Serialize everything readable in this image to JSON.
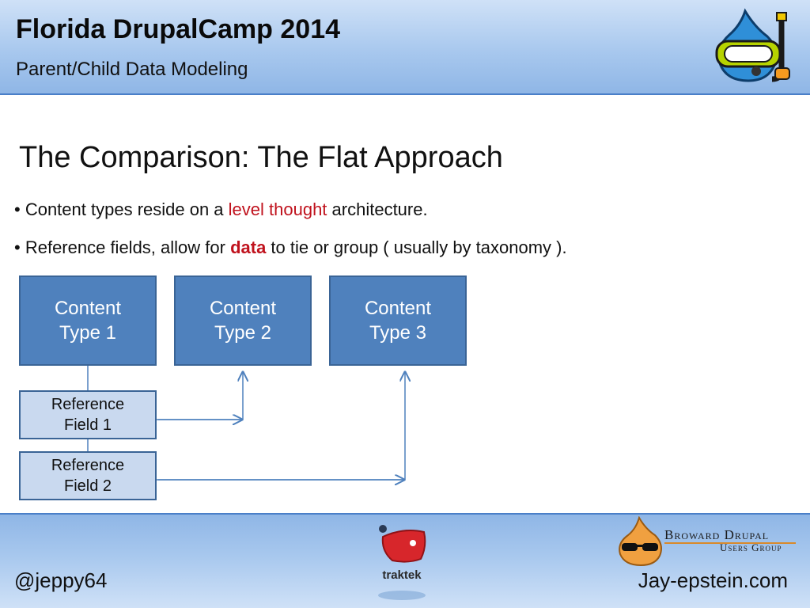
{
  "header": {
    "title": "Florida DrupalCamp 2014",
    "subtitle": "Parent/Child Data Modeling",
    "mascot_icon": "drupal-drop-snorkel-mascot-icon"
  },
  "slide": {
    "title": "The Comparison: The Flat Approach",
    "bullets": [
      {
        "marker": "•",
        "before": "Content types reside on a ",
        "highlight": "level thought",
        "after": " architecture."
      },
      {
        "marker": "•",
        "before": "Reference fields, allow for ",
        "highlight": "data",
        "after": " to tie or group ( usually by taxonomy )."
      }
    ],
    "highlight_color": "#c0121d"
  },
  "diagram": {
    "content_types": [
      {
        "line1": "Content",
        "line2": "Type 1"
      },
      {
        "line1": "Content",
        "line2": "Type 2"
      },
      {
        "line1": "Content",
        "line2": "Type 3"
      }
    ],
    "reference_fields": [
      {
        "line1": "Reference",
        "line2": "Field 1"
      },
      {
        "line1": "Reference",
        "line2": "Field 2"
      }
    ],
    "colors": {
      "content_box": "#4f81bd",
      "reference_box": "#c9d9ef",
      "connector": "#4f81bd"
    }
  },
  "footer": {
    "handle": "@jeppy64",
    "site": "Jay-epstein.com",
    "traktek_label": "traktek",
    "broward_line1": "Broward Drupal",
    "broward_line2": "Users Group"
  }
}
